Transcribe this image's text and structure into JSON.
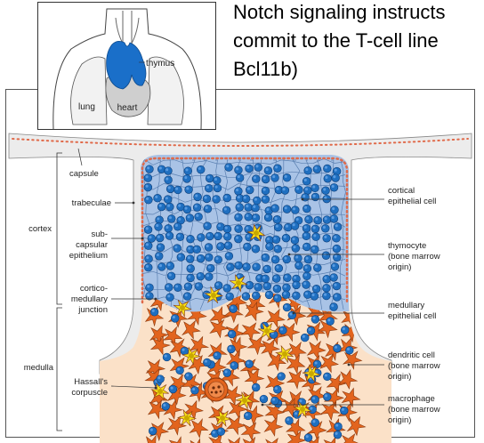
{
  "slide_title": {
    "line1": "Notch signaling instructs",
    "line2": "commit to the T-cell line",
    "line3": "Bcl11b)"
  },
  "inset": {
    "thymus": "thymus",
    "lung": "lung",
    "heart": "heart"
  },
  "left_labels": {
    "cortex": "cortex",
    "medulla": "medulla",
    "capsule": "capsule",
    "trabeculae": "trabeculae",
    "subcapsular_1": "sub-",
    "subcapsular_2": "capsular",
    "subcapsular_3": "epithelium",
    "cmj_1": "cortico-",
    "cmj_2": "medullary",
    "cmj_3": "junction",
    "hassall_1": "Hassall's",
    "hassall_2": "corpuscle"
  },
  "right_labels": {
    "cortical_1": "cortical",
    "cortical_2": "epithelial cell",
    "thymocyte_1": "thymocyte",
    "thymocyte_2": "(bone marrow",
    "thymocyte_3": "origin)",
    "medullary_1": "medullary",
    "medullary_2": "epithelial cell",
    "dendritic_1": "dendritic cell",
    "dendritic_2": "(bone marrow",
    "dendritic_3": "origin)",
    "macrophage_1": "macrophage",
    "macrophage_2": "(bone marrow",
    "macrophage_3": "origin)"
  },
  "colors": {
    "thymocyte": "#1f6fc0",
    "cortex_bg": "#a9c3e6",
    "medulla_bg": "#fbe1c8",
    "epithelial": "#e2641e",
    "macrophage": "#f7e21b",
    "capsule": "#ececec",
    "thymus_inset": "#1a6fc9"
  }
}
